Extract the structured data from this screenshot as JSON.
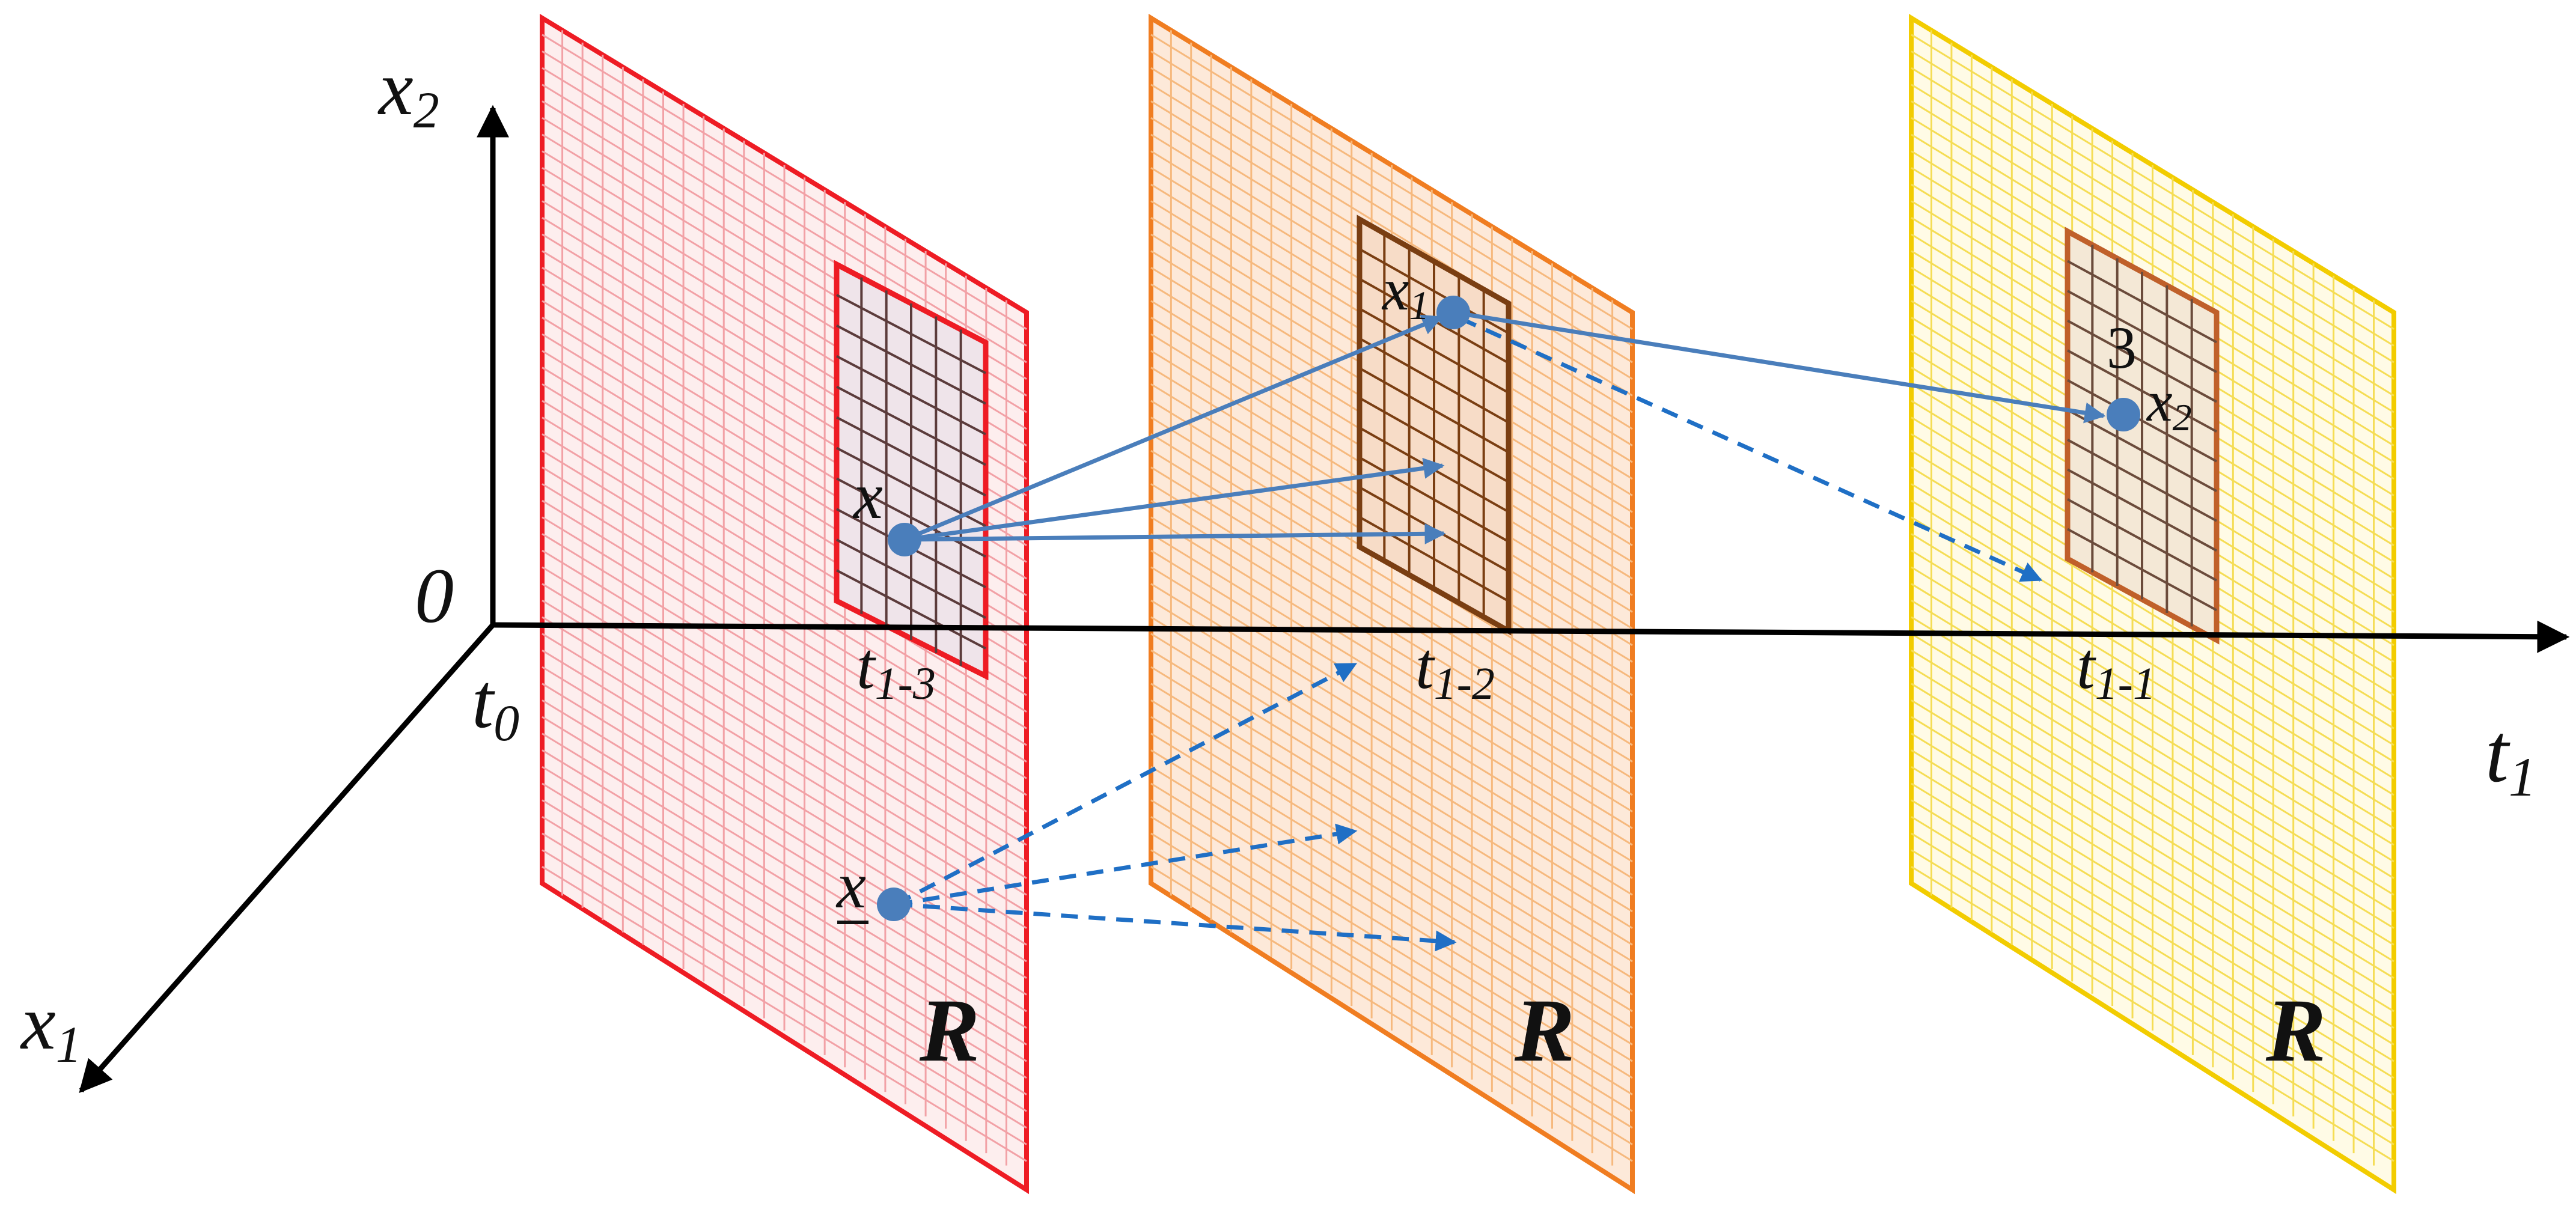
{
  "axes": {
    "x2_main": "x",
    "x2_sub": "2",
    "x1_main": "x",
    "x1_sub": "1",
    "t1_main": "t",
    "t1_sub": "1",
    "origin": "0",
    "t0_main": "t",
    "t0_sub": "0"
  },
  "planes": [
    {
      "region": "R",
      "time_main": "t",
      "time_sub": "1-3",
      "color": "#ee1c24"
    },
    {
      "region": "R",
      "time_main": "t",
      "time_sub": "1-2",
      "color": "#f07d21"
    },
    {
      "region": "R",
      "time_main": "t",
      "time_sub": "1-1",
      "color": "#f2cc00"
    }
  ],
  "points": {
    "x_upper": "x",
    "x_lower": "x",
    "x1_main": "x",
    "x1_sub": "1",
    "x2_main": "x",
    "x2_sub": "2",
    "step_number": "3"
  },
  "colors": {
    "axis": "#000000",
    "point": "#4a7ebb",
    "arrow_solid": "#4a7ebb",
    "arrow_dashed": "#1f6fc5",
    "sub_region_1": "#c23b3b",
    "sub_region_2": "#7a3e12",
    "sub_region_3": "#c0602a"
  }
}
